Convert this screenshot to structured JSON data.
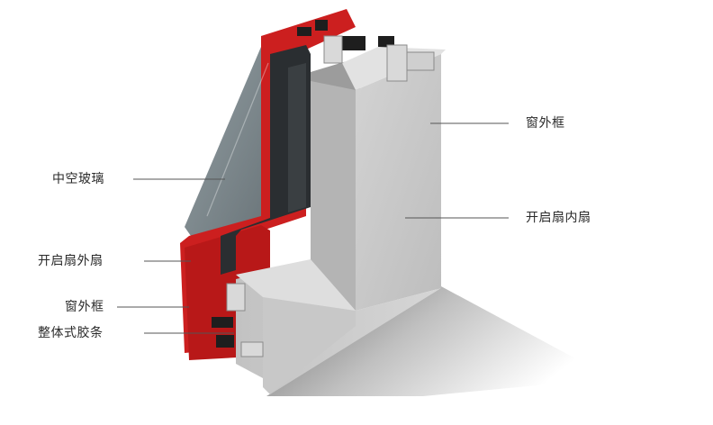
{
  "callouts": {
    "window_frame_right": "窗外框",
    "casement_inner_sash": "开启扇内扇",
    "insulated_glass": "中空玻璃",
    "casement_outer_sash": "开启扇外扇",
    "window_frame_left": "窗外框",
    "integral_gasket": "整体式胶条"
  },
  "colors": {
    "aluminum_light": "#c9c9c9",
    "aluminum_mid": "#a8a8a8",
    "aluminum_dark": "#8a8a8a",
    "thermal_red": "#cc1f1f",
    "gasket_black": "#1e1e1e",
    "glass": "#6f7b80",
    "leader_line": "#555555"
  }
}
